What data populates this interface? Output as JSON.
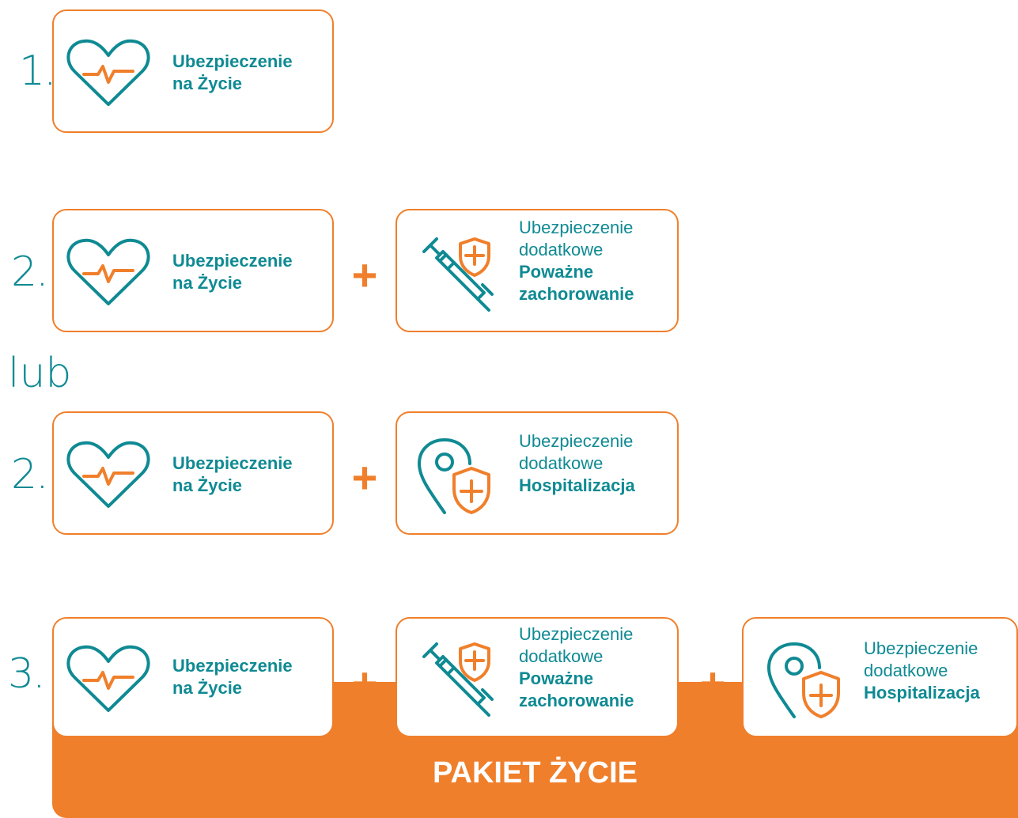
{
  "rows": {
    "r1": {
      "number": "1."
    },
    "r2a": {
      "number": "2."
    },
    "separator": "lub",
    "r2b": {
      "number": "2."
    },
    "r3": {
      "number": "3."
    }
  },
  "cards": {
    "life": {
      "line1": "Ubezpieczenie",
      "line2": "na Życie"
    },
    "illness": {
      "line1": "Ubezpieczenie",
      "line2": "dodatkowe",
      "line3": "Poważne",
      "line4": "zachorowanie"
    },
    "hospital": {
      "line1": "Ubezpieczenie",
      "line2": "dodatkowe",
      "line3": "Hospitalizacja"
    }
  },
  "plus_sign": "+",
  "package_title": "PAKIET ŻYCIE",
  "icons": {
    "heart": "heart-pulse-icon",
    "syringe": "syringe-shield-icon",
    "hospital": "location-pin-shield-icon"
  },
  "colors": {
    "orange": "#f07f2b",
    "teal": "#0f8a93"
  }
}
